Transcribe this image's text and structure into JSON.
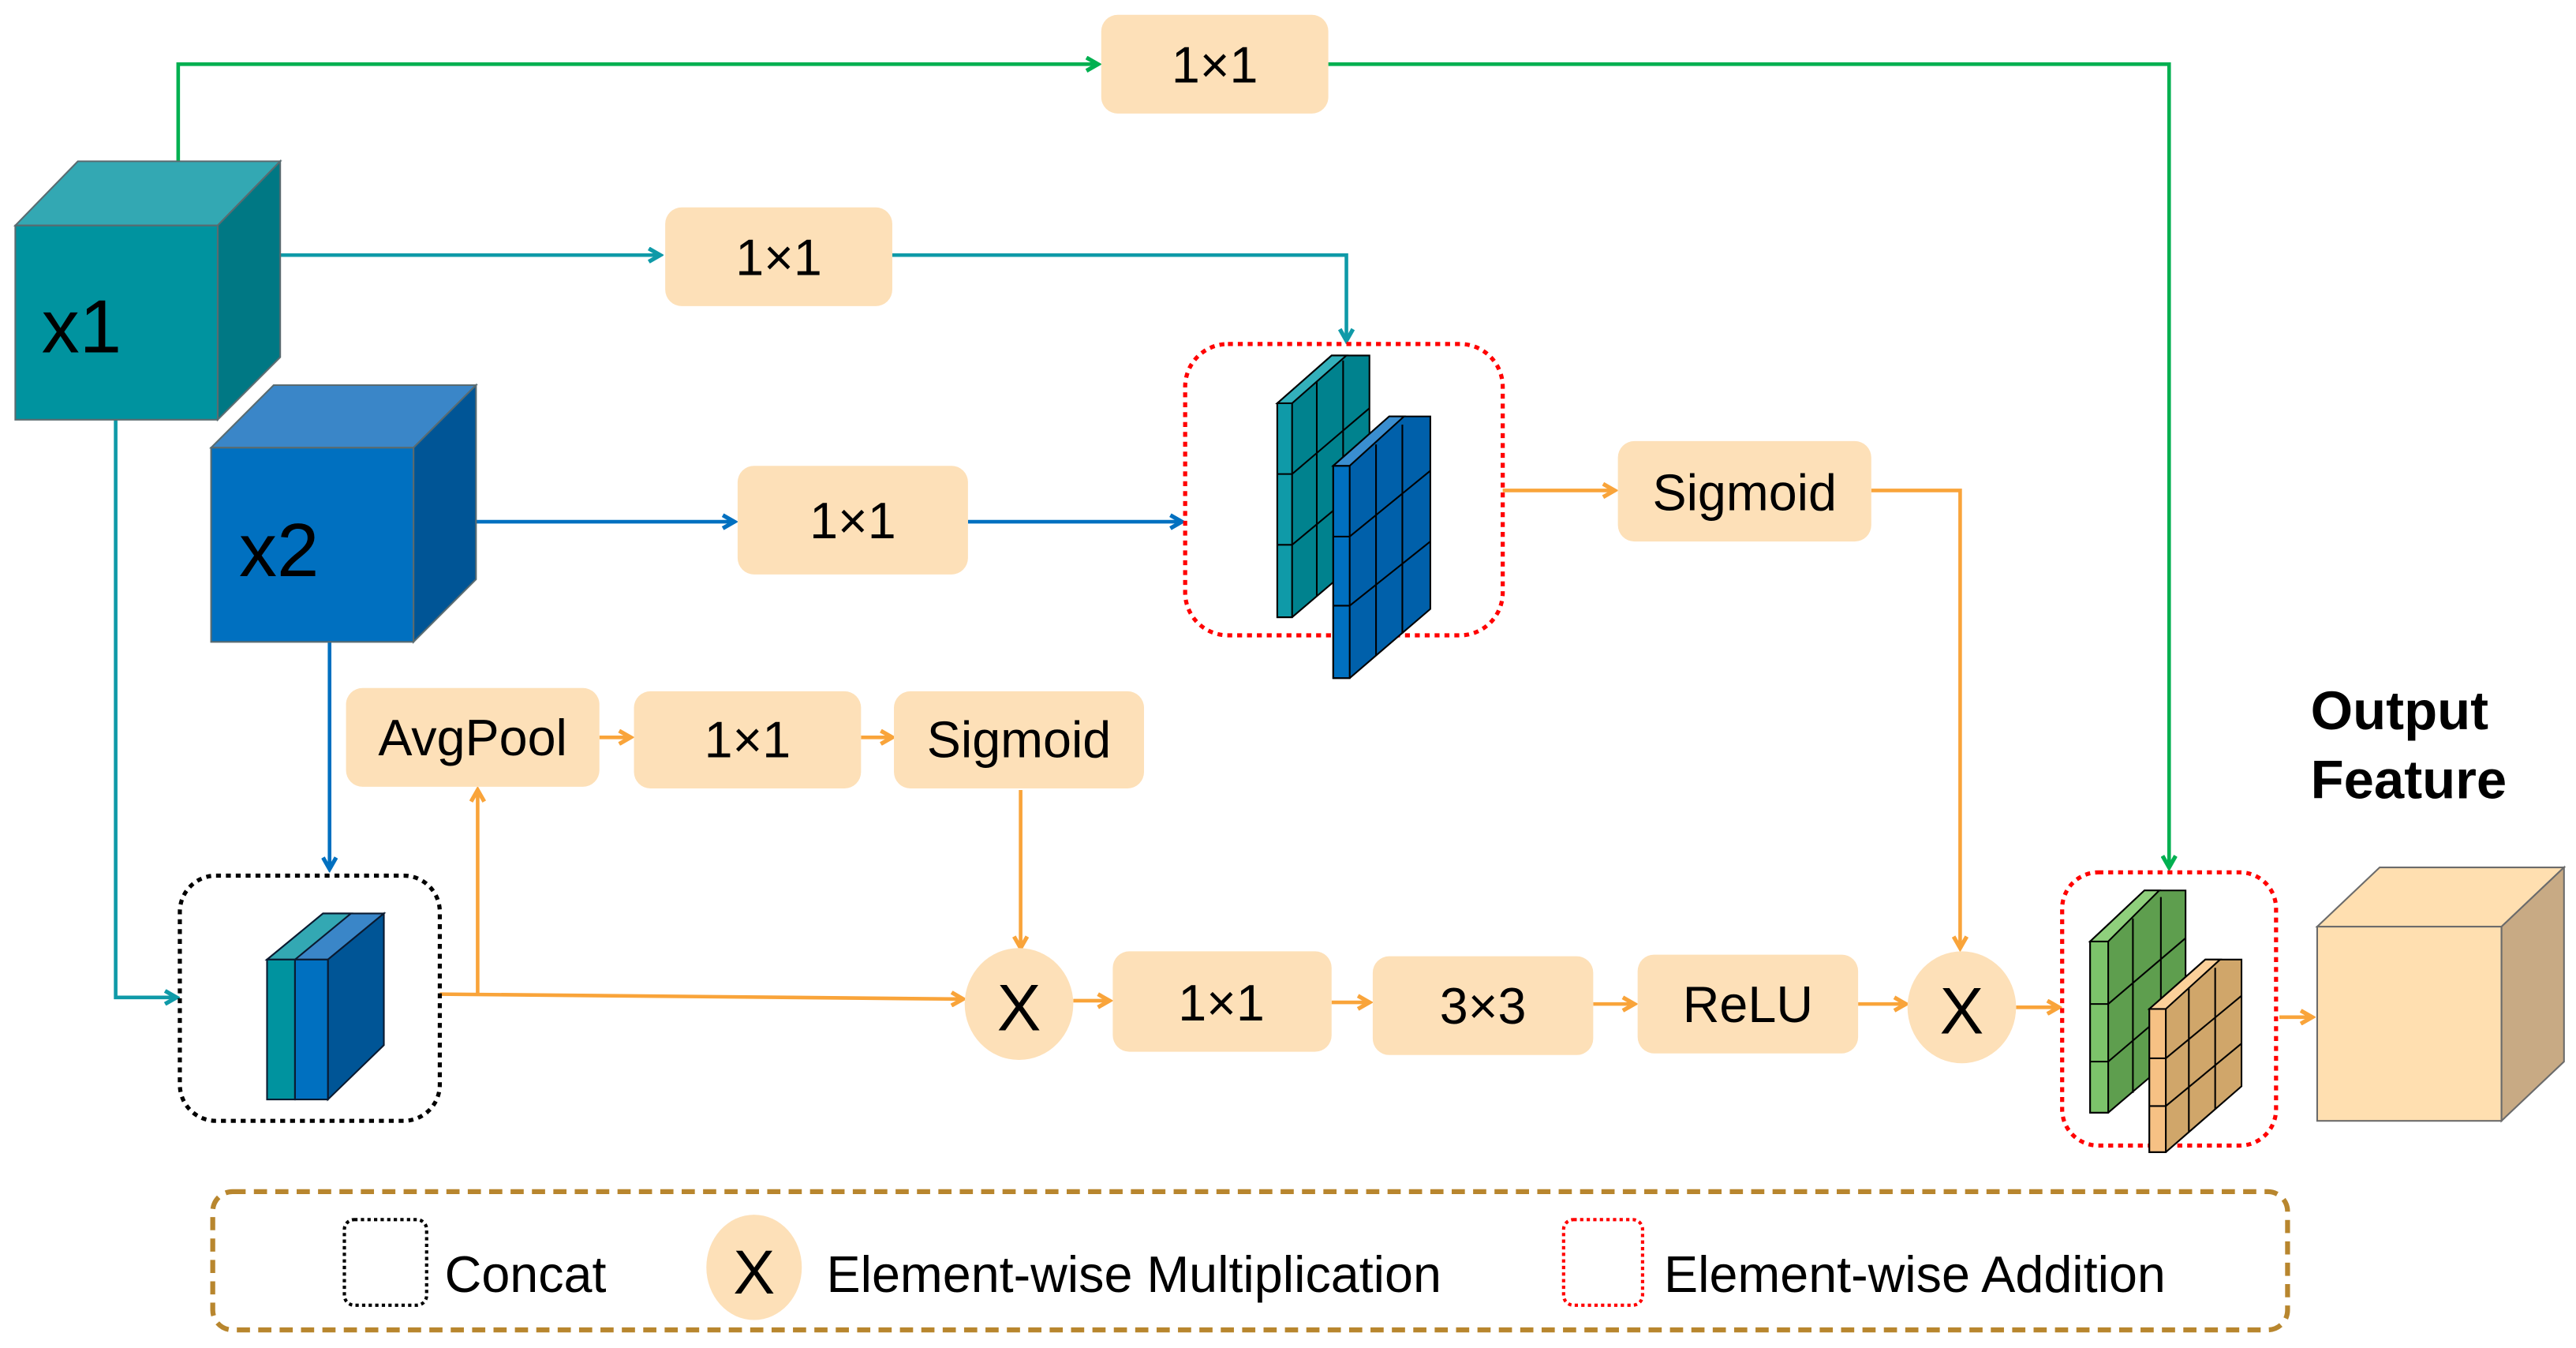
{
  "inputs": {
    "x1": {
      "label": "x1"
    },
    "x2": {
      "label": "x2"
    }
  },
  "branches": {
    "top_green": {
      "label": "1×1"
    },
    "x1_conv": {
      "label": "1×1"
    },
    "x2_conv": {
      "label": "1×1"
    },
    "sigmoid_upper": {
      "label": "Sigmoid"
    },
    "avgpool": {
      "label": "AvgPool"
    },
    "mid_conv": {
      "label": "1×1"
    },
    "sigmoid_lower": {
      "label": "Sigmoid"
    }
  },
  "main_path": {
    "mult1": {
      "label": "X"
    },
    "conv1": {
      "label": "1×1"
    },
    "conv3": {
      "label": "3×3"
    },
    "relu": {
      "label": "ReLU"
    },
    "mult2": {
      "label": "X"
    }
  },
  "output": {
    "title_line1": "Output",
    "title_line2": "Feature"
  },
  "legend": {
    "concat": "Concat",
    "mult_symbol": "X",
    "mult": "Element-wise Multiplication",
    "add": "Element-wise Addition"
  },
  "colors": {
    "box_fill": "#fde0b8",
    "green_arrow": "#00b050",
    "teal_arrow": "#0f9aa8",
    "blue_arrow": "#0070c0",
    "orange_arrow": "#f9a43a",
    "x1_cube": "#00939f",
    "x2_cube": "#0070c0",
    "add_border": "#ff0000",
    "concat_border": "#000000",
    "legend_border": "#b8862e",
    "output_cube": "#ffdfb0"
  }
}
